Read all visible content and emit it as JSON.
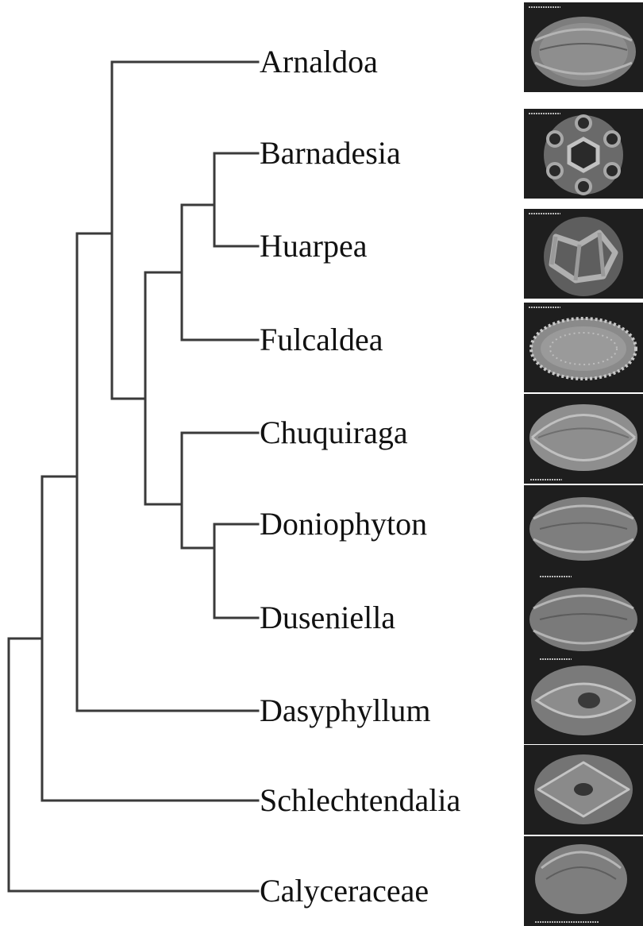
{
  "taxa": [
    {
      "id": "arnaldoa",
      "label": "Arnaldoa",
      "pollen": "striate-ellipsoid"
    },
    {
      "id": "barnadesia",
      "label": "Barnadesia",
      "pollen": "reticulate-spheroid"
    },
    {
      "id": "huarpea",
      "label": "Huarpea",
      "pollen": "reticulate-spheroid"
    },
    {
      "id": "fulcaldea",
      "label": "Fulcaldea",
      "pollen": "echinate-ellipsoid"
    },
    {
      "id": "chuquiraga",
      "label": "Chuquiraga",
      "pollen": "colpate-ellipsoid"
    },
    {
      "id": "doniophyton",
      "label": "Doniophyton",
      "pollen": "colpate-ellipsoid"
    },
    {
      "id": "duseniella",
      "label": "Duseniella",
      "pollen": "colpate-ellipsoid"
    },
    {
      "id": "dasyphyllum",
      "label": "Dasyphyllum",
      "pollen": "porate-ellipsoid"
    },
    {
      "id": "schlechtendalia",
      "label": "Schlechtendalia",
      "pollen": "porate-ellipsoid"
    },
    {
      "id": "calyceraceae",
      "label": "Calyceraceae",
      "pollen": "colpate-ellipsoid"
    }
  ],
  "colors": {
    "branch": "#3a3a3a",
    "panel": "#262626",
    "pollen": "#9a9a9a"
  }
}
